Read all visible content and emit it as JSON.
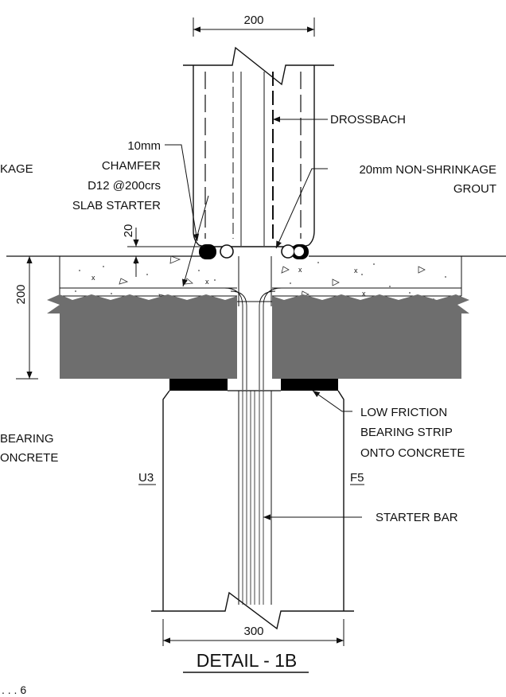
{
  "dimensions": {
    "top_width": "200",
    "slab_depth": "200",
    "grout_gap": "20",
    "bottom_width": "300"
  },
  "labels": {
    "kage_fragment": "KAGE",
    "chamfer_1": "10mm",
    "chamfer_2": "CHAMFER",
    "starter_1": "D12 @200crs",
    "starter_2": "SLAB STARTER",
    "drossbach": "DROSSBACH",
    "grout_1": "20mm NON-SHRINKAGE",
    "grout_2": "GROUT",
    "bearing_left_1": "BEARING",
    "bearing_left_2": "ONCRETE",
    "strip_1": "LOW FRICTION",
    "strip_2": "BEARING STRIP",
    "strip_3": "ONTO CONCRETE",
    "u3": "U3",
    "f5": "F5",
    "starter_bar": "STARTER BAR",
    "page_fragment": ". . . 6"
  },
  "title": "DETAIL - 1B",
  "colors": {
    "line": "#111111",
    "precast_fill": "#6e6e6e",
    "bearing_fill": "#000000",
    "background": "#ffffff"
  }
}
